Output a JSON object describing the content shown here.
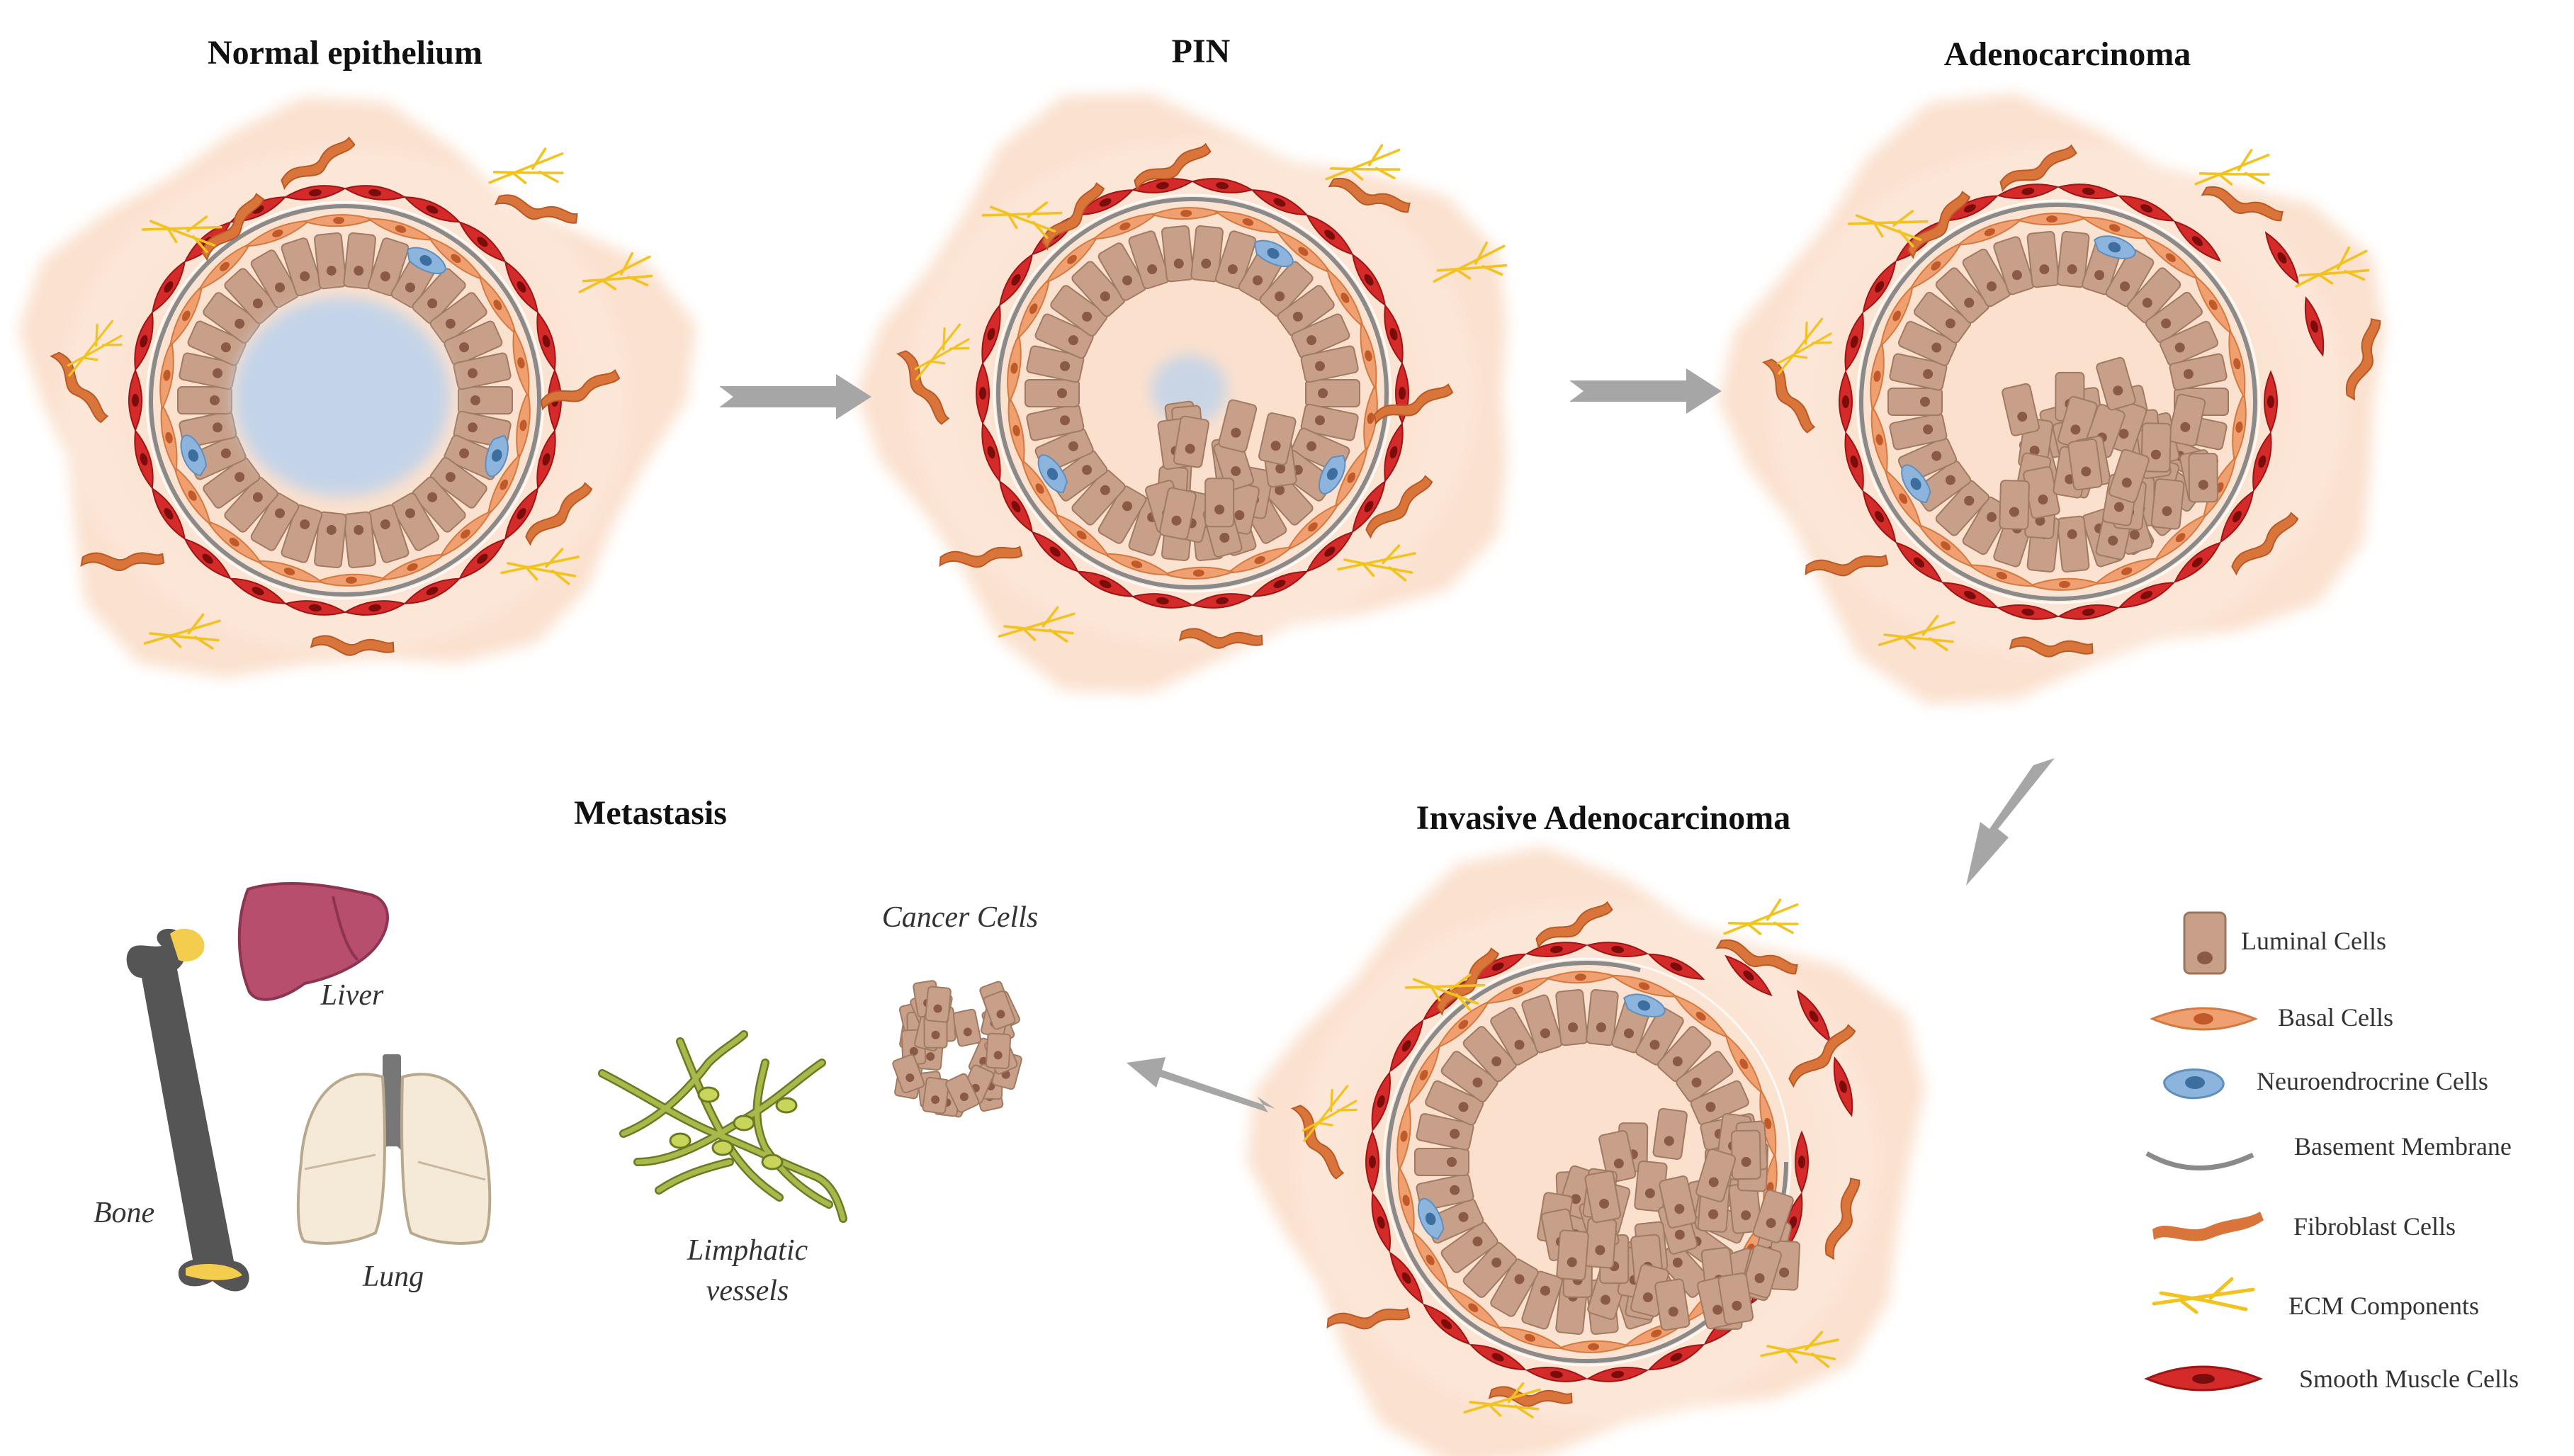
{
  "stages": {
    "normal": "Normal epithelium",
    "pin": "PIN",
    "adeno": "Adenocarcinoma",
    "invasive": "Invasive Adenocarcinoma",
    "metastasis": "Metastasis"
  },
  "metastasis_labels": {
    "liver": "Liver",
    "bone": "Bone",
    "lung": "Lung",
    "lymph_1": "Limphatic",
    "lymph_2": "vessels",
    "cancer": "Cancer Cells"
  },
  "legend": {
    "luminal": "Luminal Cells",
    "basal": "Basal Cells",
    "neuro": "Neuroendrocrine Cells",
    "membrane": "Basement Membrane",
    "fibro": "Fibroblast Cells",
    "ecm": "ECM Components",
    "smooth": "Smooth Muscle Cells"
  },
  "colors": {
    "stroma": "#fbe3d3",
    "luminal": "#c8a089",
    "basal": "#f0a070",
    "neuro": "#8cb4dc",
    "membrane": "#8a8a8a",
    "fibro": "#d9743a",
    "ecm": "#f2c31f",
    "smooth": "#d42a2a",
    "lumen": "#c4d4e8",
    "liver": "#b84e6e",
    "bone": "#555555",
    "lung": "#f5ead8",
    "lymph": "#a8b84a",
    "arrow": "#a0a0a0"
  }
}
